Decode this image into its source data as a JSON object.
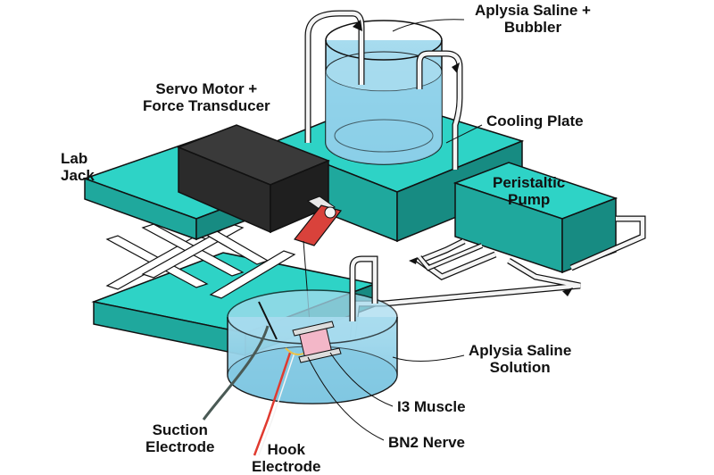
{
  "colors": {
    "teal": "#2ed3c6",
    "teal_side": "#1fa89d",
    "teal_dark": "#178b82",
    "saline": "#8fd1ea",
    "saline_dark": "#6fbedb",
    "box": "#2b2b2b",
    "box_top": "#3a3a3a",
    "clamp": "#d9423b",
    "muscle": "#f3b7c8",
    "tube": "#f4f4f4",
    "outline": "#111111",
    "wire_red": "#e03a2f",
    "wire_gray": "#4a5a55",
    "wire_yellow": "#e8c24a"
  },
  "labels": {
    "bubbler": [
      "Aplysia Saline +",
      "Bubbler"
    ],
    "servo": [
      "Servo Motor +",
      "Force Transducer"
    ],
    "cooling": [
      "Cooling Plate"
    ],
    "labjack": [
      "Lab",
      "Jack"
    ],
    "pump": [
      "Peristaltic",
      "Pump"
    ],
    "solution": [
      "Aplysia Saline",
      "Solution"
    ],
    "i3": [
      "I3 Muscle"
    ],
    "suction": [
      "Suction",
      "Electrode"
    ],
    "bn2": [
      "BN2 Nerve"
    ],
    "hook": [
      "Hook",
      "Electrode"
    ]
  }
}
